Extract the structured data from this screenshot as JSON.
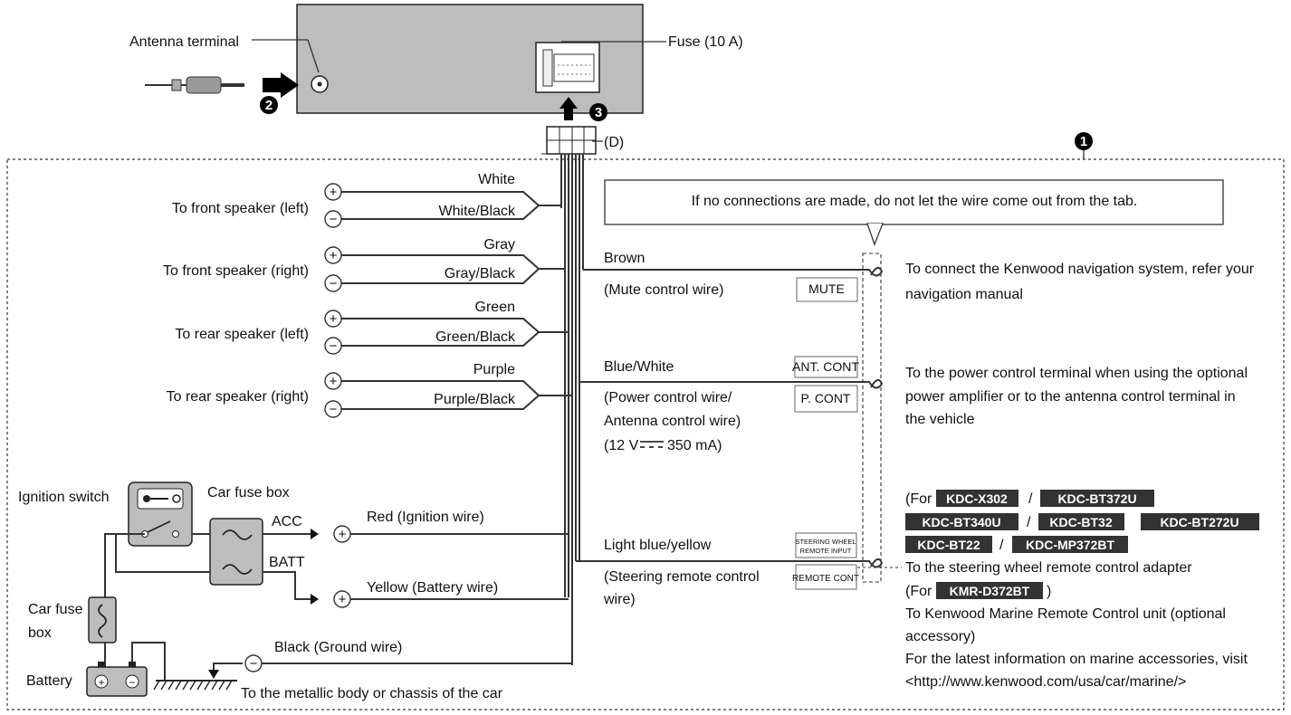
{
  "head_unit": {
    "antenna_terminal": "Antenna terminal",
    "fuse": "Fuse (10 A)",
    "connector": "(D)",
    "step_1": "1",
    "step_2": "2",
    "step_3": "3"
  },
  "speakers": [
    {
      "label": "To front speaker (left)",
      "plus_wire": "White",
      "minus_wire": "White/Black"
    },
    {
      "label": "To front speaker (right)",
      "plus_wire": "Gray",
      "minus_wire": "Gray/Black"
    },
    {
      "label": "To rear speaker (left)",
      "plus_wire": "Green",
      "minus_wire": "Green/Black"
    },
    {
      "label": "To rear speaker (right)",
      "plus_wire": "Purple",
      "minus_wire": "Purple/Black"
    }
  ],
  "power": {
    "ignition_switch": "Ignition switch",
    "car_fuse_box_top": "Car fuse box",
    "acc": "ACC",
    "batt": "BATT",
    "car_fuse_box_line1": "Car fuse",
    "car_fuse_box_line2": "box",
    "battery": "Battery",
    "red_wire": "Red (Ignition wire)",
    "yellow_wire": "Yellow (Battery wire)",
    "black_wire": "Black (Ground wire)",
    "ground_note": "To the metallic body or chassis of the car"
  },
  "note": "If no connections are made, do not let the wire come out from the tab.",
  "control_wires": {
    "brown": {
      "name": "Brown",
      "desc": "(Mute control wire)",
      "tag": "MUTE",
      "target_line1": "To connect the Kenwood navigation system, refer your",
      "target_line2": "navigation manual"
    },
    "blue_white": {
      "name": "Blue/White",
      "desc_line1": "(Power control wire/",
      "desc_line2": "Antenna control wire)",
      "desc_line3": "(12 V",
      "desc_line3b": "350 mA)",
      "tag_top": "ANT. CONT",
      "tag_bottom": "P. CONT",
      "target_line1": "To the power control terminal when using the optional",
      "target_line2": "power amplifier or to the antenna control terminal in",
      "target_line3": "the vehicle"
    },
    "light_blue": {
      "name": "Light blue/yellow",
      "desc_line1": "(Steering remote control",
      "desc_line2": "wire)",
      "tag_top_line1": "STEERING WHEEL",
      "tag_top_line2": "REMOTE INPUT",
      "tag_bottom": "REMOTE CONT"
    }
  },
  "models": {
    "for_open": "(For",
    "for_close": ")",
    "slash": "/",
    "m1": "KDC-X302",
    "m2": "KDC-BT372U",
    "m3": "KDC-BT340U",
    "m4": "KDC-BT32",
    "m5": "KDC-BT272U",
    "m6": "KDC-BT22",
    "m7": "KDC-MP372BT",
    "steering_adapter": "To the steering wheel remote control adapter",
    "m8": "KMR-D372BT",
    "marine_line1": "To Kenwood Marine Remote Control unit (optional",
    "marine_line2": "accessory)",
    "marine_line3": "For the latest information on marine accessories, visit",
    "marine_url": "<http://www.kenwood.com/usa/car/marine/>"
  }
}
